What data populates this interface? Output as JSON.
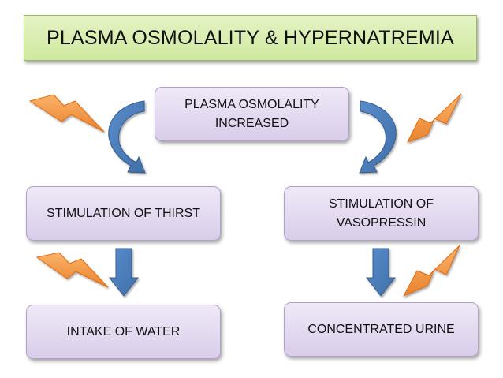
{
  "title": "PLASMA OSMOLALITY & HYPERNATREMIA",
  "nodes": {
    "plasma": {
      "line1": "PLASMA OSMOLALITY",
      "line2": "INCREASED"
    },
    "thirst": {
      "line1": "STIMULATION OF THIRST"
    },
    "vaso": {
      "line1": "STIMULATION OF",
      "line2": "VASOPRESSIN"
    },
    "water": {
      "line1": "INTAKE OF WATER"
    },
    "urine": {
      "line1": "CONCENTRATED URINE"
    }
  },
  "edges": [
    {
      "from": "plasma",
      "to": "thirst"
    },
    {
      "from": "plasma",
      "to": "vaso"
    },
    {
      "from": "thirst",
      "to": "water"
    },
    {
      "from": "vaso",
      "to": "urine"
    }
  ],
  "colors": {
    "title_fill": "#d7edb1",
    "title_border": "#9bbb59",
    "node_fill": "#e5dcf0",
    "node_border": "#b2a1c7",
    "arrow": "#4f81bd",
    "bolt": "#f79646"
  },
  "icons": [
    "lightning-bolt-icon",
    "curved-arrow-icon",
    "down-arrow-icon"
  ]
}
